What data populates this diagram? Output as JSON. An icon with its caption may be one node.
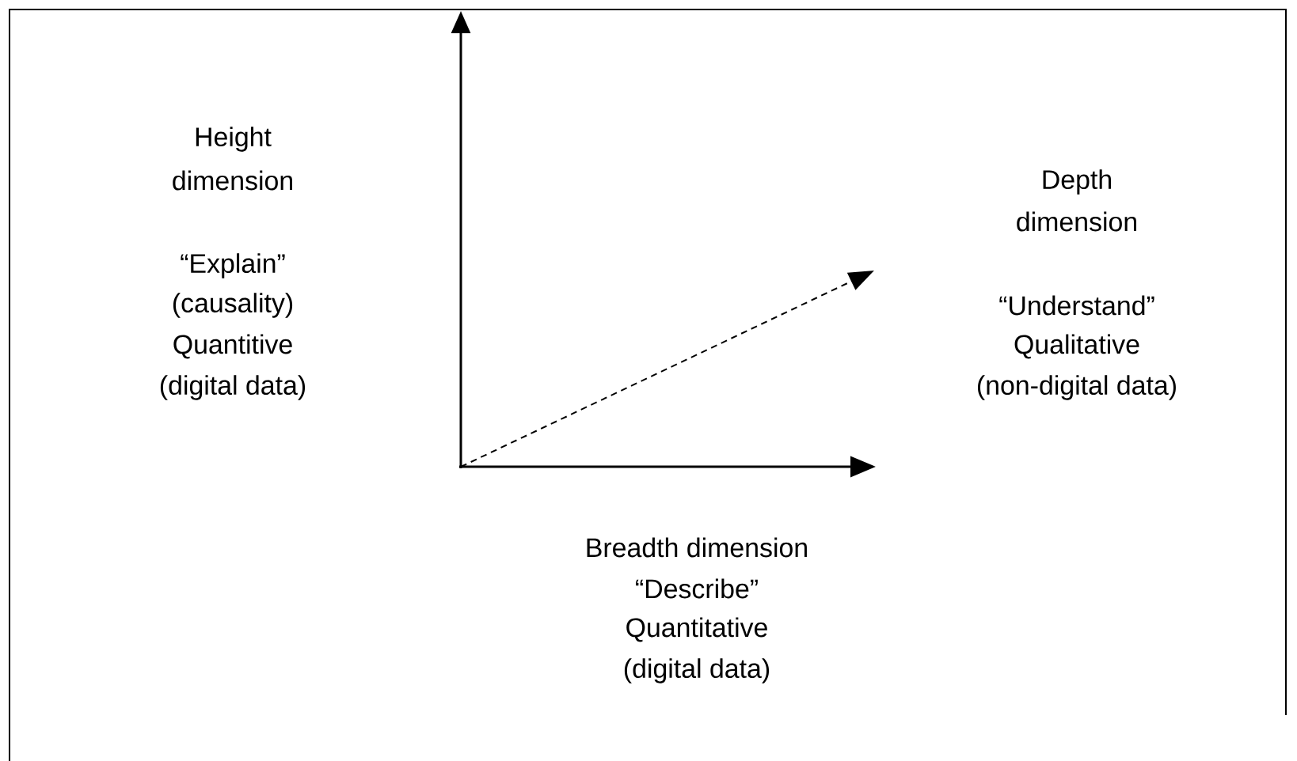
{
  "diagram": {
    "labels": [
      "Height",
      "dimension",
      "“Explain”",
      "(causality)",
      "Quantitive",
      "(digital data)",
      "Depth",
      "dimension",
      "“Understand”",
      "Qualitative",
      "(non-digital data)",
      "Breadth dimension",
      "“Describe”",
      "Quantitative",
      "(digital data)"
    ]
  }
}
